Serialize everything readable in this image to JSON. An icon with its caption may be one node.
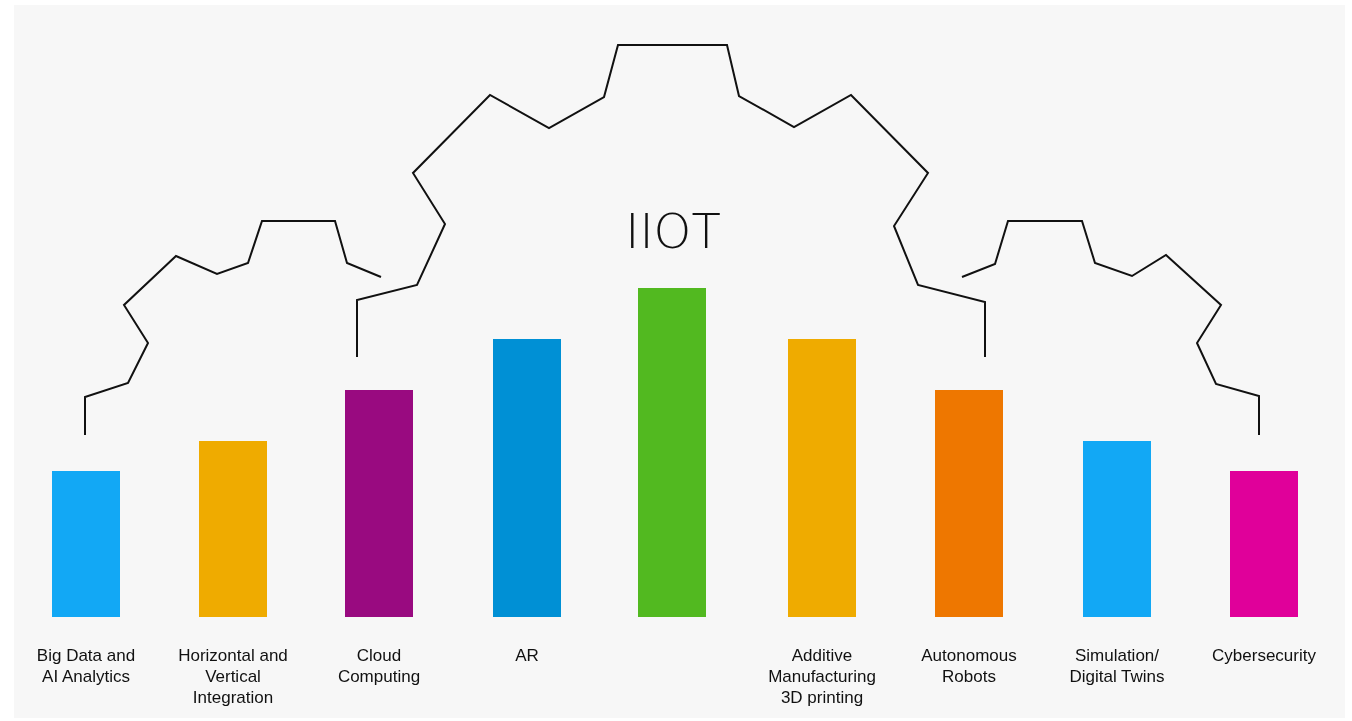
{
  "diagram": {
    "nodes": [
      {
        "text": [
          "Big Data and AI Analytics"
        ]
      },
      {
        "text": [
          "Horizontal and Vertical Integration"
        ]
      },
      {
        "text": [
          "Cloud Computing"
        ]
      },
      {
        "text": [
          "AR"
        ]
      },
      {
        "text": [],
        "shape": "bar"
      },
      {
        "text": [
          "Additive Manufacturing 3D printing"
        ]
      },
      {
        "text": [
          "Autonomous Robots"
        ]
      },
      {
        "text": [
          "Simulation/ Digital Twins"
        ]
      },
      {
        "text": [
          "Cybersecurity"
        ]
      }
    ],
    "edges": [],
    "labels": [
      "IIOT"
    ]
  }
}
